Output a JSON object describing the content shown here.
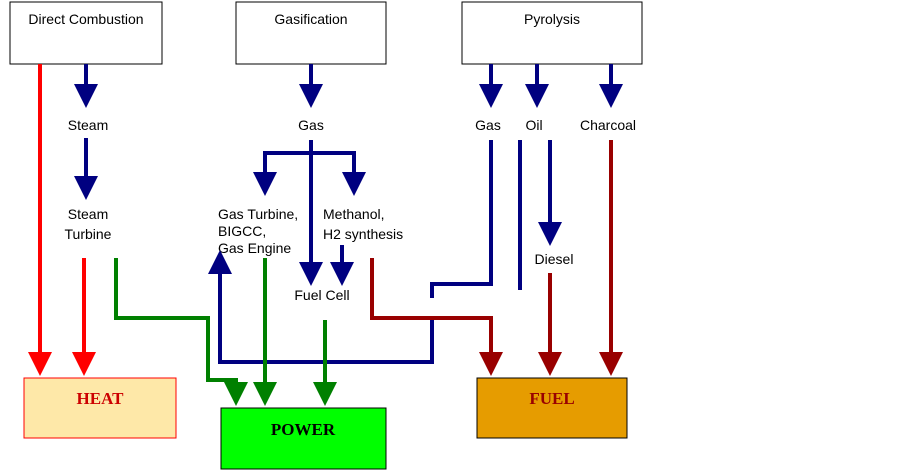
{
  "processes": {
    "direct_combustion": "Direct Combustion",
    "gasification": "Gasification",
    "pyrolysis": "Pyrolysis"
  },
  "intermediates": {
    "steam": "Steam",
    "steam_turbine": [
      "Steam",
      "Turbine"
    ],
    "gas": "Gas",
    "gas_turbine": [
      "Gas Turbine,",
      "BIGCC,",
      "Gas Engine"
    ],
    "methanol": [
      "Methanol,",
      "H2 synthesis"
    ],
    "fuel_cell": "Fuel Cell",
    "pyro_gas": "Gas",
    "oil": "Oil",
    "charcoal": "Charcoal",
    "diesel": "Diesel"
  },
  "outputs": {
    "heat": "HEAT",
    "power": "POWER",
    "fuel": "FUEL"
  },
  "colors": {
    "red_arrow": "#ff0000",
    "blue_arrow": "#000080",
    "green_arrow": "#008000",
    "darkred_arrow": "#990000",
    "heat_fill": "#fee8a8",
    "heat_border": "#ff0000",
    "heat_text": "#cc0000",
    "power_fill": "#00ff00",
    "power_text": "#000000",
    "fuel_fill": "#e69c00",
    "fuel_text": "#990000"
  }
}
